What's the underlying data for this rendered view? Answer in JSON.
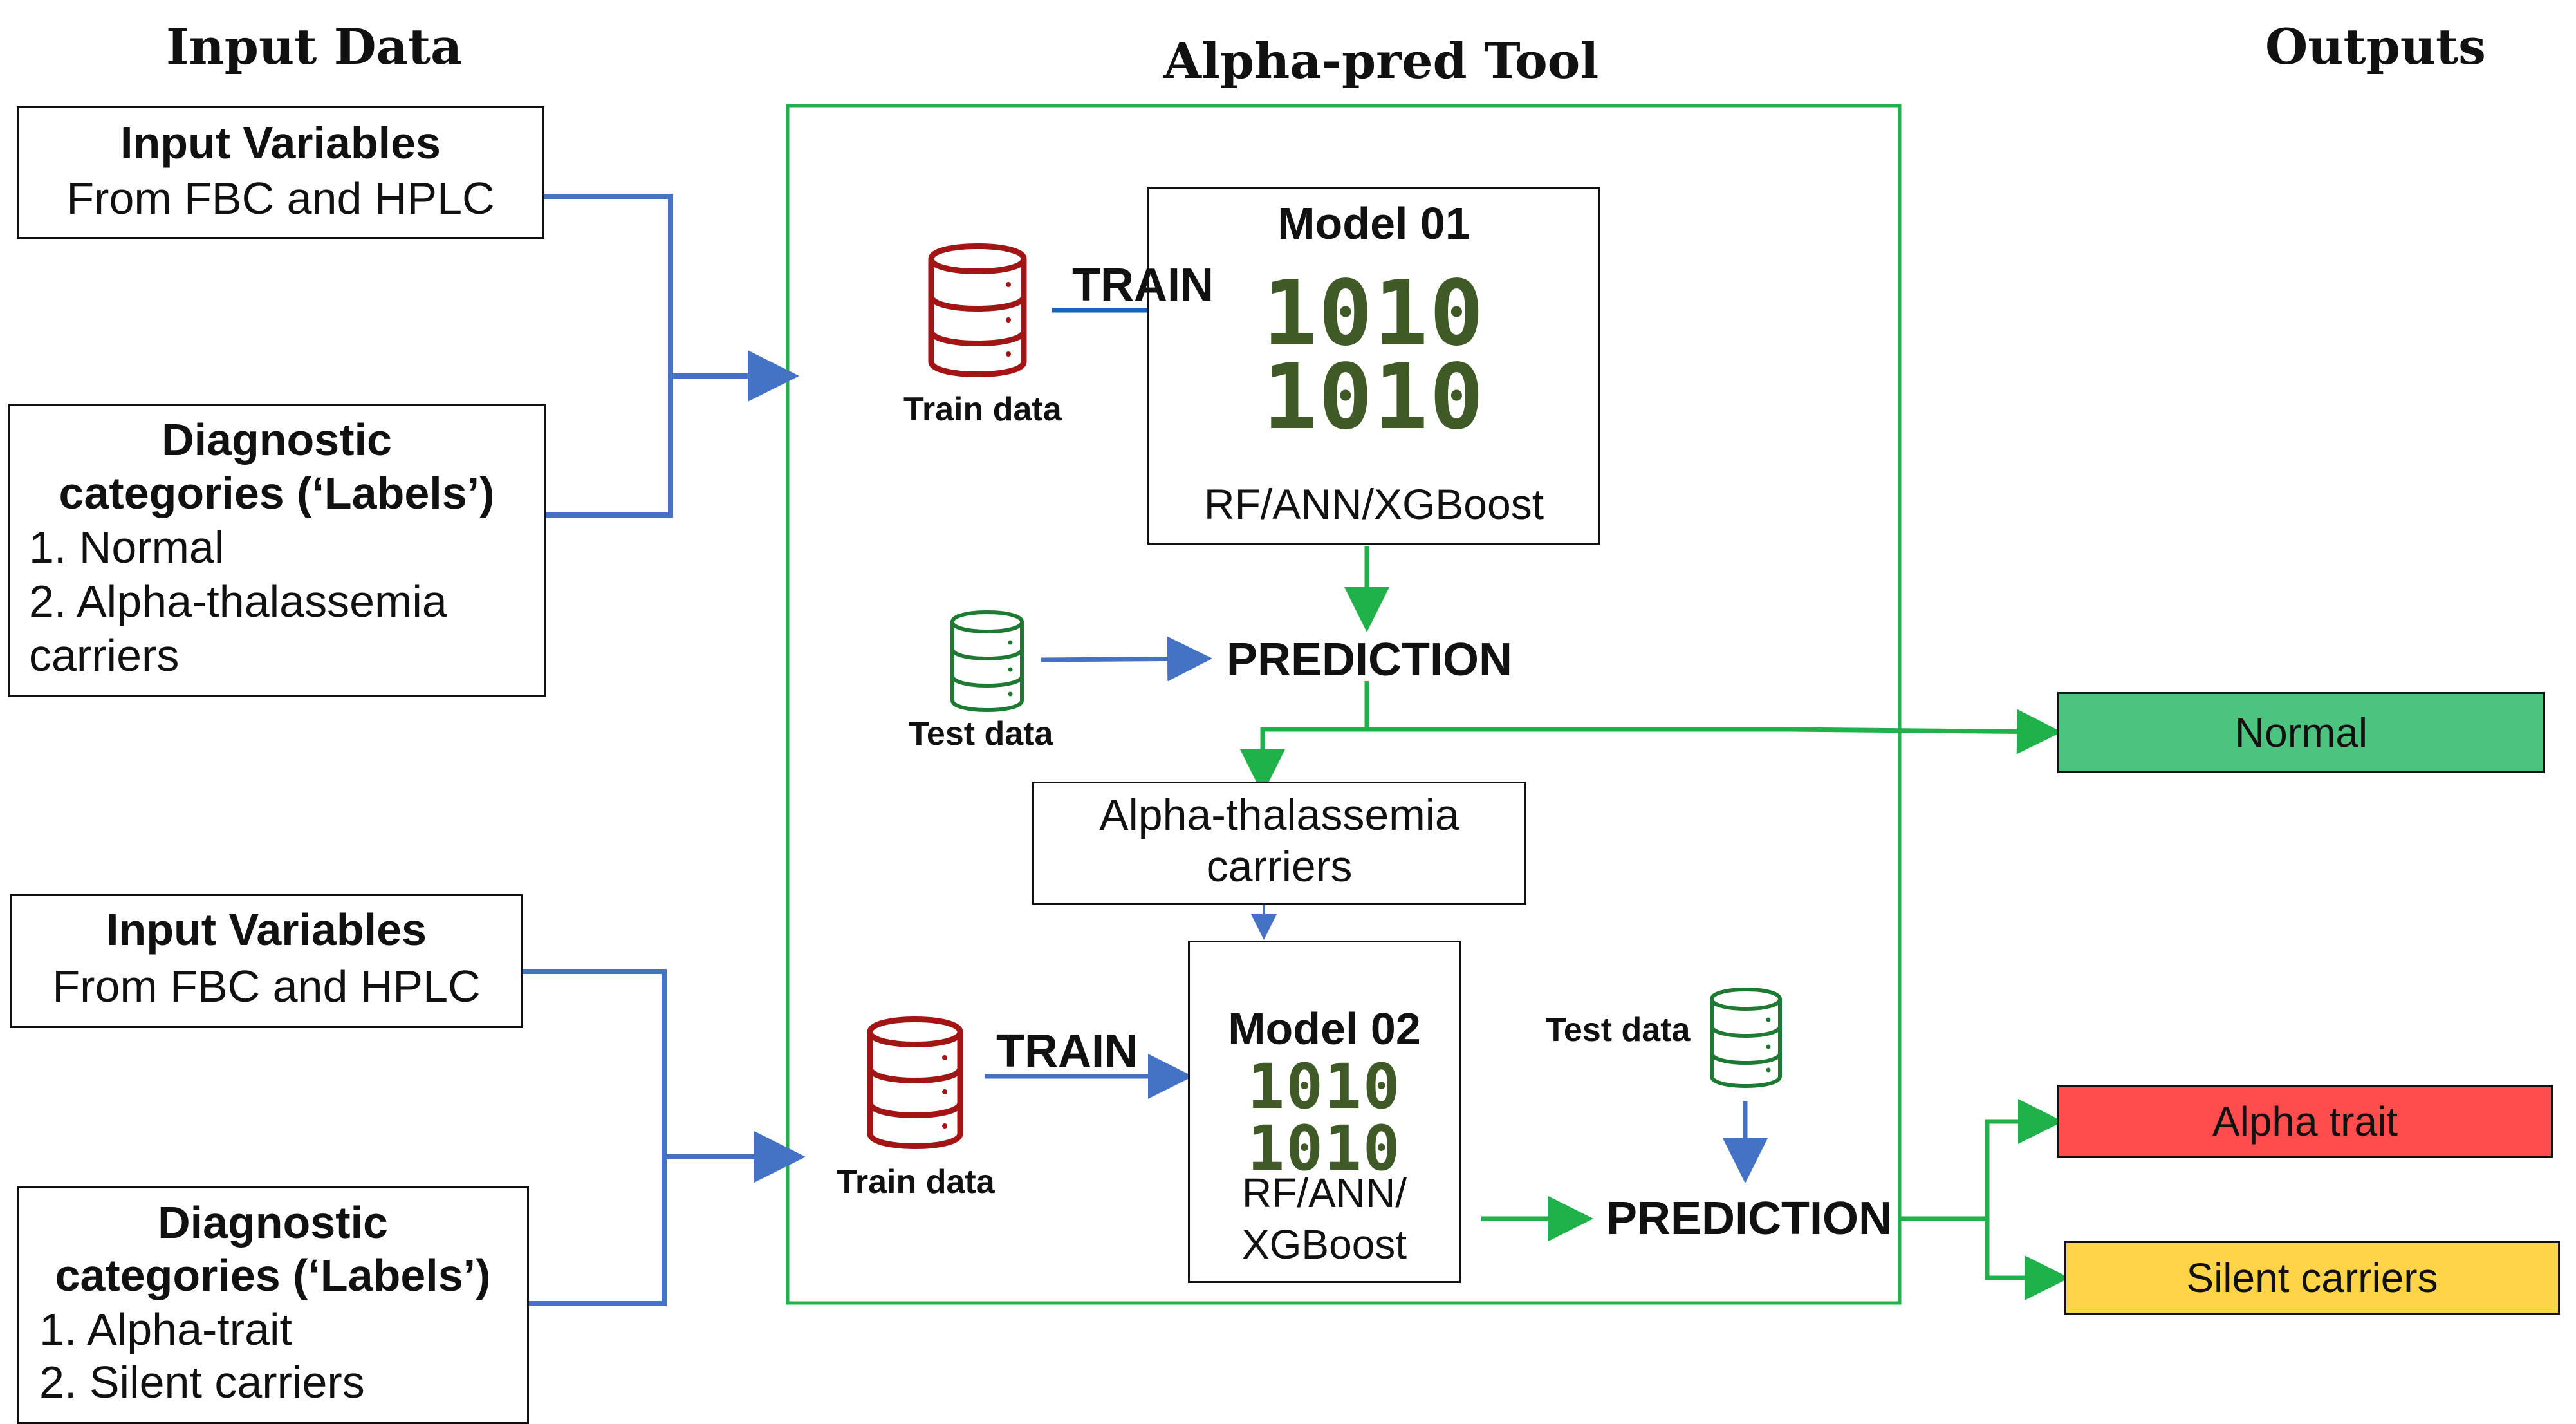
{
  "headers": {
    "input": "Input Data",
    "tool": "Alpha-pred Tool",
    "outputs": "Outputs"
  },
  "input_boxes": [
    {
      "title": "Input Variables",
      "subtitle": "From FBC and HPLC"
    },
    {
      "title_line1": "Diagnostic",
      "title_line2": "categories (‘Labels’)",
      "items": [
        "1. Normal",
        "2. Alpha-thalassemia",
        "carriers"
      ]
    },
    {
      "title": "Input Variables",
      "subtitle": "From FBC and HPLC"
    },
    {
      "title_line1": "Diagnostic",
      "title_line2": "categories (‘Labels’)",
      "items": [
        "1. Alpha-trait",
        "2. Silent carriers"
      ]
    }
  ],
  "model1": {
    "title": "Model 01",
    "binary": [
      "1010",
      "1010"
    ],
    "algorithms": "RF/ANN/XGBoost",
    "train_label": "TRAIN",
    "train_data_label": "Train data",
    "test_data_label": "Test data",
    "prediction_label": "PREDICTION"
  },
  "intermediate": {
    "line1": "Alpha-thalassemia",
    "line2": "carriers"
  },
  "model2": {
    "title": "Model 02",
    "binary": [
      "1010",
      "1010"
    ],
    "algorithms_line1": "RF/ANN/",
    "algorithms_line2": "XGBoost",
    "train_label": "TRAIN",
    "train_data_label": "Train data",
    "test_data_label": "Test data",
    "prediction_label": "PREDICTION"
  },
  "outputs": [
    {
      "label": "Normal",
      "color": "#4cc47f"
    },
    {
      "label": "Alpha trait",
      "color": "#ff4d4d"
    },
    {
      "label": "Silent carriers",
      "color": "#ffd447"
    }
  ],
  "colors": {
    "tool_border": "#1fb24a",
    "input_arrow": "#4472c4",
    "flow_green": "#1fb24a",
    "train_db": "#a31515",
    "test_db": "#1e7a32",
    "binary": "#3f5a26"
  }
}
